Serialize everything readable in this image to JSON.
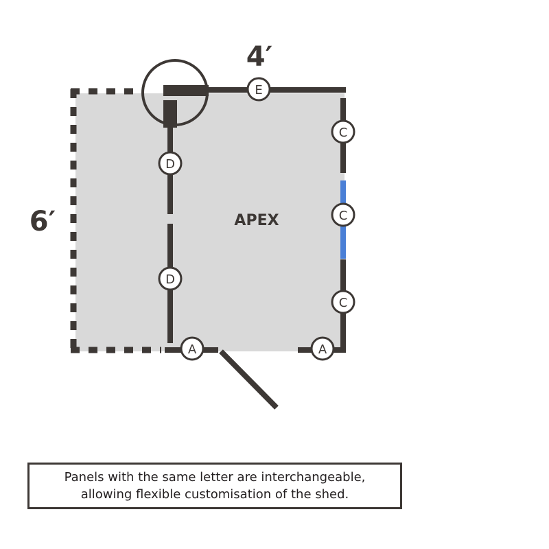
{
  "dimensions": {
    "width": "4′",
    "depth": "6′"
  },
  "shed_name": "APEX",
  "panels": {
    "top": "E",
    "left_upper": "D",
    "left_lower": "D",
    "right_upper": "C",
    "right_middle": "C",
    "right_lower": "C",
    "bottom_left": "A",
    "bottom_right": "A"
  },
  "colors": {
    "wall": "#3d3835",
    "floor": "#d9d9d9",
    "highlight": "#4a7fd6"
  },
  "caption": {
    "line1": "Panels with the same letter are interchangeable,",
    "line2": "allowing flexible customisation of the shed."
  }
}
